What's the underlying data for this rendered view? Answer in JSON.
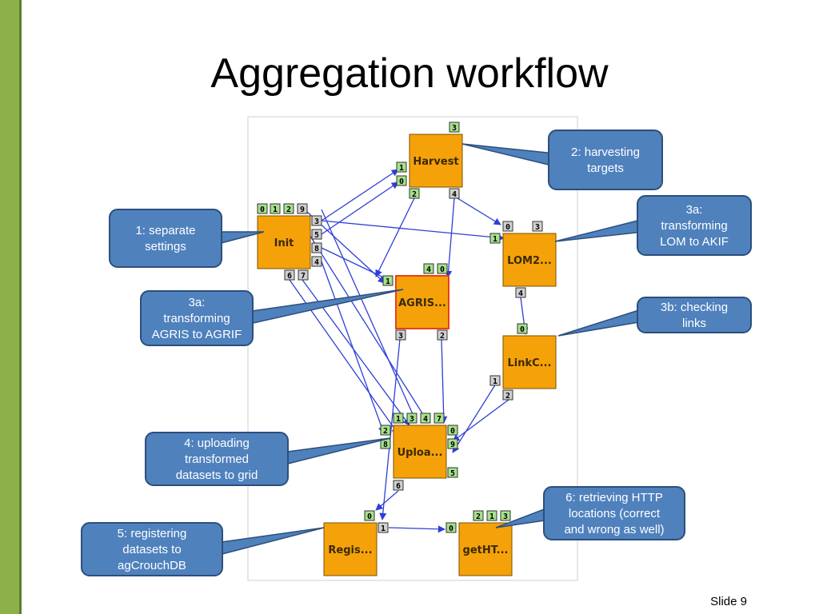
{
  "slide": {
    "title": "Aggregation workflow",
    "number": "Slide 9"
  },
  "colors": {
    "accent_bar": "#8db04b",
    "node_fill": "#f5a20a",
    "node_border": "#7a5200",
    "node_selected_border": "#e8401a",
    "callout_fill": "#4f81bd",
    "callout_border": "#2c4f7c",
    "port_green": "#a6e28c",
    "port_gray": "#d0d0d0",
    "edge": "#2e3fd6"
  },
  "nodes": [
    {
      "id": "harvest",
      "label": "Harvest"
    },
    {
      "id": "init",
      "label": "Init"
    },
    {
      "id": "agris",
      "label": "AGRIS..."
    },
    {
      "id": "lom2",
      "label": "LOM2..."
    },
    {
      "id": "linkc",
      "label": "LinkC..."
    },
    {
      "id": "upload",
      "label": "Uploa..."
    },
    {
      "id": "regis",
      "label": "Regis..."
    },
    {
      "id": "getht",
      "label": "getHT..."
    }
  ],
  "ports": {
    "harvest": {
      "top": [
        "3"
      ],
      "left": [
        "1",
        "0"
      ],
      "bottom": [
        "2",
        "4"
      ]
    },
    "init": {
      "top": [
        "0",
        "1",
        "2",
        "9"
      ],
      "right": [
        "3",
        "5",
        "8",
        "4"
      ],
      "bottom": [
        "6",
        "7"
      ]
    },
    "agris": {
      "top": [
        "4",
        "0"
      ],
      "left": [
        "1"
      ],
      "bottom": [
        "3",
        "2"
      ]
    },
    "lom2": {
      "top": [
        "0",
        "3"
      ],
      "left": [
        "1"
      ],
      "bottom": [
        "4"
      ]
    },
    "linkc": {
      "top": [
        "0"
      ],
      "left": [
        "1"
      ],
      "bottom": [
        "2"
      ]
    },
    "upload": {
      "top": [
        "1",
        "3",
        "4",
        "7"
      ],
      "left": [
        "2",
        "8"
      ],
      "right": [
        "0",
        "9",
        "5"
      ],
      "bottom": [
        "6"
      ]
    },
    "regis": {
      "top": [
        "0"
      ],
      "right": [
        "1"
      ]
    },
    "getht": {
      "top": [
        "2",
        "1",
        "3"
      ],
      "left": [
        "0"
      ]
    }
  },
  "callouts": [
    {
      "id": "separate-settings",
      "lines": [
        "1: separate",
        "settings"
      ]
    },
    {
      "id": "harvesting-targets",
      "lines": [
        "2: harvesting",
        "targets"
      ]
    },
    {
      "id": "transforming-lom",
      "lines": [
        "3a:",
        "transforming",
        "LOM to AKIF"
      ]
    },
    {
      "id": "transforming-agris",
      "lines": [
        "3a:",
        "transforming",
        "AGRIS to AGRIF"
      ]
    },
    {
      "id": "checking-links",
      "lines": [
        "3b: checking",
        "links"
      ]
    },
    {
      "id": "uploading",
      "lines": [
        "4: uploading",
        "transformed",
        "datasets to grid"
      ]
    },
    {
      "id": "registering",
      "lines": [
        "5: registering",
        "datasets to",
        "agCrouchDB"
      ]
    },
    {
      "id": "retrieving-http",
      "lines": [
        "6: retrieving HTTP",
        "locations (correct",
        "and wrong as well)"
      ]
    }
  ]
}
